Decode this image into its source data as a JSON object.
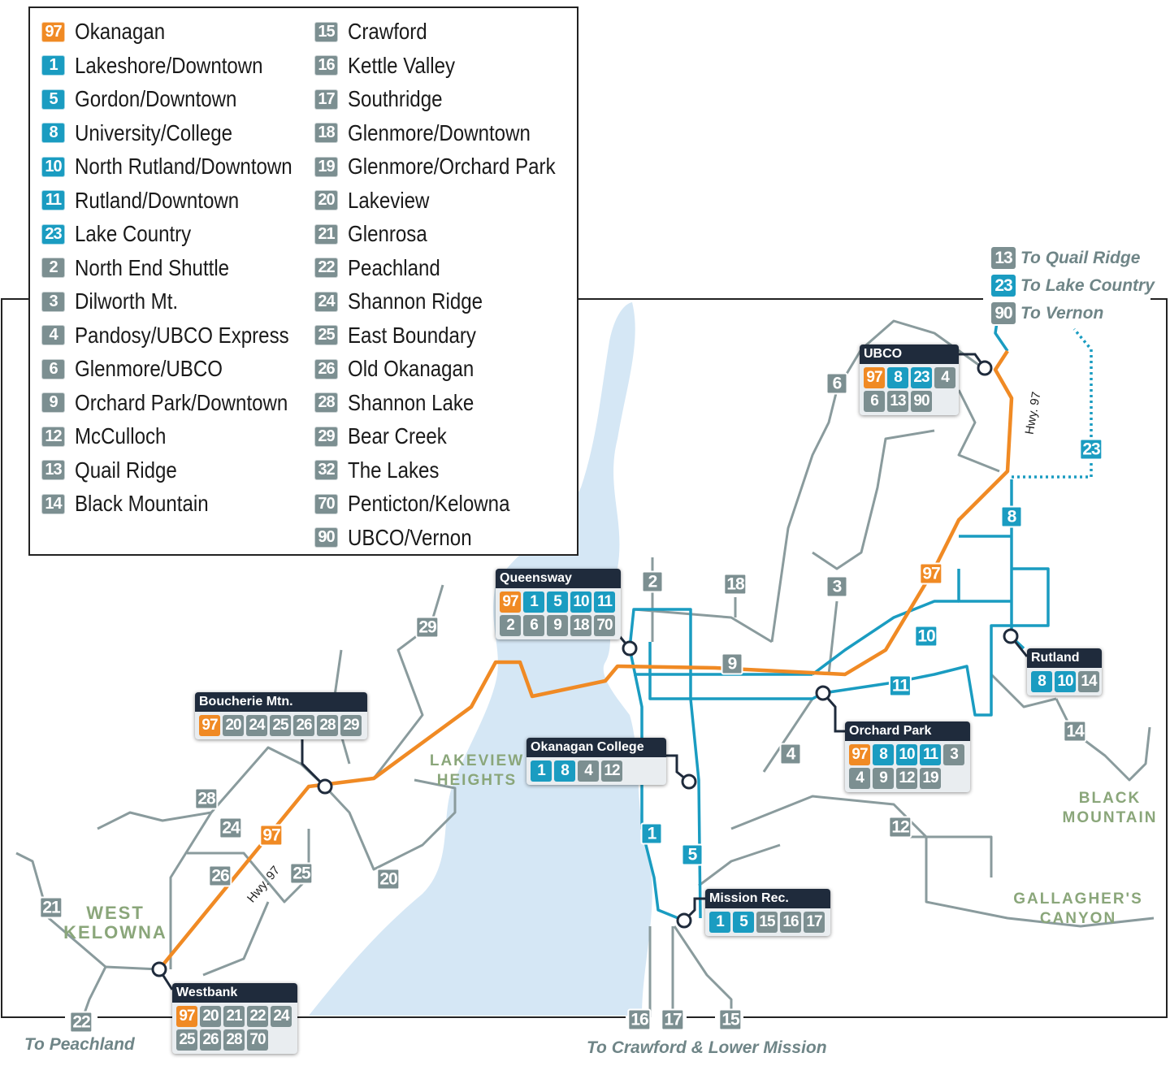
{
  "colors": {
    "orange": "#f08a24",
    "blue": "#1a9cc1",
    "gray": "#7c8f91",
    "lake": "#d5e7f5",
    "road": "#8a9b9d",
    "header": "#1f2b3c"
  },
  "legend": {
    "items": [
      {
        "num": "97",
        "label": "Okanagan",
        "c": "orange"
      },
      {
        "num": "1",
        "label": "Lakeshore/Downtown",
        "c": "blue"
      },
      {
        "num": "5",
        "label": "Gordon/Downtown",
        "c": "blue"
      },
      {
        "num": "8",
        "label": "University/College",
        "c": "blue"
      },
      {
        "num": "10",
        "label": "North Rutland/Downtown",
        "c": "blue"
      },
      {
        "num": "11",
        "label": "Rutland/Downtown",
        "c": "blue"
      },
      {
        "num": "23",
        "label": "Lake Country",
        "c": "blue"
      },
      {
        "num": "2",
        "label": "North End Shuttle",
        "c": "gray"
      },
      {
        "num": "3",
        "label": "Dilworth Mt.",
        "c": "gray"
      },
      {
        "num": "4",
        "label": "Pandosy/UBCO Express",
        "c": "gray"
      },
      {
        "num": "6",
        "label": "Glenmore/UBCO",
        "c": "gray"
      },
      {
        "num": "9",
        "label": "Orchard Park/Downtown",
        "c": "gray"
      },
      {
        "num": "12",
        "label": "McCulloch",
        "c": "gray"
      },
      {
        "num": "13",
        "label": "Quail Ridge",
        "c": "gray"
      },
      {
        "num": "14",
        "label": "Black Mountain",
        "c": "gray"
      },
      {
        "num": "15",
        "label": "Crawford",
        "c": "gray"
      },
      {
        "num": "16",
        "label": "Kettle Valley",
        "c": "gray"
      },
      {
        "num": "17",
        "label": "Southridge",
        "c": "gray"
      },
      {
        "num": "18",
        "label": "Glenmore/Downtown",
        "c": "gray"
      },
      {
        "num": "19",
        "label": "Glenmore/Orchard Park",
        "c": "gray"
      },
      {
        "num": "20",
        "label": "Lakeview",
        "c": "gray"
      },
      {
        "num": "21",
        "label": "Glenrosa",
        "c": "gray"
      },
      {
        "num": "22",
        "label": "Peachland",
        "c": "gray"
      },
      {
        "num": "24",
        "label": "Shannon Ridge",
        "c": "gray"
      },
      {
        "num": "25",
        "label": "East Boundary",
        "c": "gray"
      },
      {
        "num": "26",
        "label": "Old Okanagan",
        "c": "gray"
      },
      {
        "num": "28",
        "label": "Shannon Lake",
        "c": "gray"
      },
      {
        "num": "29",
        "label": "Bear Creek",
        "c": "gray"
      },
      {
        "num": "32",
        "label": "The Lakes",
        "c": "gray"
      },
      {
        "num": "70",
        "label": "Penticton/Kelowna",
        "c": "gray"
      },
      {
        "num": "90",
        "label": "UBCO/Vernon",
        "c": "gray"
      }
    ]
  },
  "stations": [
    {
      "name": "Queensway",
      "routes": [
        [
          "97",
          "orange"
        ],
        [
          "1",
          "blue"
        ],
        [
          "5",
          "blue"
        ],
        [
          "10",
          "blue"
        ],
        [
          "11",
          "blue"
        ],
        [
          "2",
          "gray"
        ],
        [
          "6",
          "gray"
        ],
        [
          "9",
          "gray"
        ],
        [
          "18",
          "gray"
        ],
        [
          "70",
          "gray"
        ]
      ]
    },
    {
      "name": "UBCO",
      "routes": [
        [
          "97",
          "orange"
        ],
        [
          "8",
          "blue"
        ],
        [
          "23",
          "blue"
        ],
        [
          "4",
          "gray"
        ],
        [
          "6",
          "gray"
        ],
        [
          "13",
          "gray"
        ],
        [
          "90",
          "gray"
        ]
      ]
    },
    {
      "name": "Boucherie Mtn.",
      "routes": [
        [
          "97",
          "orange"
        ],
        [
          "20",
          "gray"
        ],
        [
          "24",
          "gray"
        ],
        [
          "25",
          "gray"
        ],
        [
          "26",
          "gray"
        ],
        [
          "28",
          "gray"
        ],
        [
          "29",
          "gray"
        ]
      ]
    },
    {
      "name": "Okanagan College",
      "routes": [
        [
          "1",
          "blue"
        ],
        [
          "8",
          "blue"
        ],
        [
          "4",
          "gray"
        ],
        [
          "12",
          "gray"
        ]
      ]
    },
    {
      "name": "Orchard Park",
      "routes": [
        [
          "97",
          "orange"
        ],
        [
          "8",
          "blue"
        ],
        [
          "10",
          "blue"
        ],
        [
          "11",
          "blue"
        ],
        [
          "3",
          "gray"
        ],
        [
          "4",
          "gray"
        ],
        [
          "9",
          "gray"
        ],
        [
          "12",
          "gray"
        ],
        [
          "19",
          "gray"
        ]
      ]
    },
    {
      "name": "Rutland",
      "routes": [
        [
          "8",
          "blue"
        ],
        [
          "10",
          "blue"
        ],
        [
          "14",
          "gray"
        ]
      ]
    },
    {
      "name": "Mission Rec.",
      "routes": [
        [
          "1",
          "blue"
        ],
        [
          "5",
          "blue"
        ],
        [
          "15",
          "gray"
        ],
        [
          "16",
          "gray"
        ],
        [
          "17",
          "gray"
        ]
      ]
    },
    {
      "name": "Westbank",
      "routes": [
        [
          "97",
          "orange"
        ],
        [
          "20",
          "gray"
        ],
        [
          "21",
          "gray"
        ],
        [
          "22",
          "gray"
        ],
        [
          "24",
          "gray"
        ],
        [
          "25",
          "gray"
        ],
        [
          "26",
          "gray"
        ],
        [
          "28",
          "gray"
        ],
        [
          "70",
          "gray"
        ]
      ]
    }
  ],
  "markers": [
    [
      "6",
      "gray"
    ],
    [
      "23",
      "blue"
    ],
    [
      "8",
      "blue"
    ],
    [
      "97",
      "orange"
    ],
    [
      "2",
      "gray"
    ],
    [
      "18",
      "gray"
    ],
    [
      "3",
      "gray"
    ],
    [
      "10",
      "blue"
    ],
    [
      "9",
      "gray"
    ],
    [
      "11",
      "blue"
    ],
    [
      "14",
      "gray"
    ],
    [
      "4",
      "gray"
    ],
    [
      "12",
      "gray"
    ],
    [
      "1",
      "blue"
    ],
    [
      "5",
      "blue"
    ],
    [
      "29",
      "gray"
    ],
    [
      "28",
      "gray"
    ],
    [
      "24",
      "gray"
    ],
    [
      "97",
      "orange"
    ],
    [
      "26",
      "gray"
    ],
    [
      "25",
      "gray"
    ],
    [
      "20",
      "gray"
    ],
    [
      "21",
      "gray"
    ],
    [
      "22",
      "gray"
    ],
    [
      "16",
      "gray"
    ],
    [
      "17",
      "gray"
    ],
    [
      "15",
      "gray"
    ]
  ],
  "places": [
    {
      "line1": "LAKEVIEW",
      "line2": "HEIGHTS"
    },
    {
      "line1": "WEST",
      "line2": "KELOWNA"
    },
    {
      "line1": "BLACK",
      "line2": "MOUNTAIN"
    },
    {
      "line1": "GALLAGHER'S",
      "line2": "CANYON"
    }
  ],
  "destinations": {
    "north": [
      {
        "num": "13",
        "c": "gray",
        "label": "To Quail Ridge"
      },
      {
        "num": "23",
        "c": "blue",
        "label": "To Lake Country"
      },
      {
        "num": "90",
        "c": "gray",
        "label": "To Vernon"
      }
    ],
    "peachland": "To Peachland",
    "crawford": "To Crawford & Lower Mission"
  },
  "highway_label": "Hwy. 97"
}
